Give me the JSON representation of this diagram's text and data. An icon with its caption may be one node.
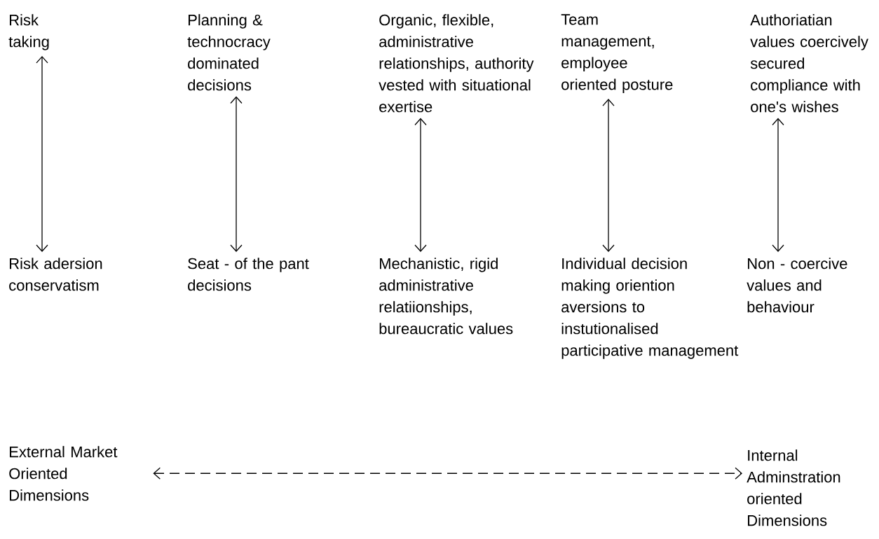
{
  "diagram": {
    "nodes": [
      {
        "text": [
          "Risk taking"
        ]
      },
      {
        "text": [
          "Risk adersion conservatism"
        ]
      },
      {
        "text": [
          "Planning & technocracy dominated decisions"
        ]
      },
      {
        "text": [
          "Seat - of the pant decisions"
        ]
      },
      {
        "text": [
          "Organic, flexible, administrative relationships, authority vested with situational exertise"
        ]
      },
      {
        "text": [
          "Mechanistic, rigid administrative relatiionships, bureaucratic values"
        ]
      },
      {
        "text": [
          "Team management, employee oriented posture"
        ]
      },
      {
        "text": [
          "Individual decision making oriention aversions to instutionalised participative management"
        ]
      },
      {
        "text": [
          "Authoriatian values coercively secured compliance with one's wishes"
        ]
      },
      {
        "text": [
          "Non - coercive values and behaviour"
        ]
      },
      {
        "text": [
          "External Market Oriented Dimensions"
        ]
      },
      {
        "text": [
          "Internal Adminstration oriented Dimensions"
        ]
      }
    ],
    "edges": [
      {
        "from": 0,
        "to": 1,
        "arrow": "both"
      },
      {
        "from": 2,
        "to": 3,
        "arrow": "both"
      },
      {
        "from": 4,
        "to": 5,
        "arrow": "both"
      },
      {
        "from": 6,
        "to": 7,
        "arrow": "both"
      },
      {
        "from": 8,
        "to": 9,
        "arrow": "both"
      },
      {
        "from": 10,
        "to": 11,
        "arrow": "both",
        "style": "dashed"
      }
    ]
  }
}
